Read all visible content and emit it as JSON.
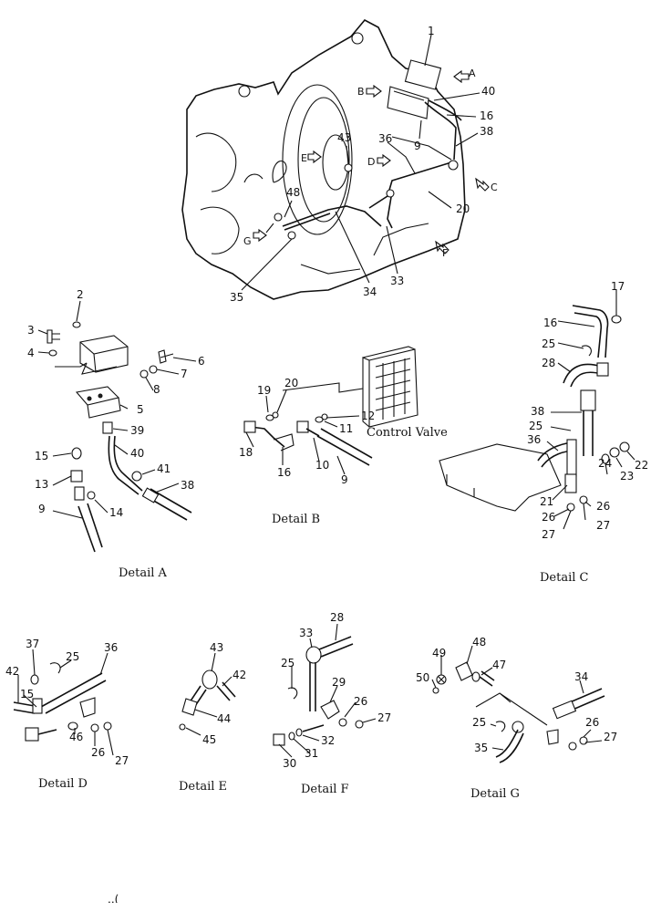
{
  "page_mark": "..(",
  "main_assembly": {
    "parts": [
      "1",
      "40",
      "16",
      "38",
      "9",
      "36",
      "43",
      "20",
      "48",
      "33",
      "35",
      "34"
    ],
    "view_arrows": [
      "A",
      "B",
      "C",
      "D",
      "E",
      "F",
      "G"
    ]
  },
  "details": {
    "A": {
      "caption": "Detail A",
      "parts": [
        "2",
        "3",
        "4",
        "6",
        "7",
        "8",
        "5",
        "39",
        "15",
        "40",
        "41",
        "13",
        "14",
        "9",
        "38"
      ]
    },
    "B": {
      "caption": "Detail B",
      "label": "Control Valve",
      "parts": [
        "20",
        "19",
        "12",
        "11",
        "18",
        "16",
        "10",
        "9"
      ]
    },
    "C": {
      "caption": "Detail C",
      "parts": [
        "17",
        "16",
        "25",
        "28",
        "38",
        "25",
        "36",
        "24",
        "23",
        "22",
        "21",
        "26",
        "26",
        "27",
        "27"
      ]
    },
    "D": {
      "caption": "Detail D",
      "parts": [
        "37",
        "25",
        "36",
        "42",
        "15",
        "46",
        "26",
        "27"
      ]
    },
    "E": {
      "caption": "Detail E",
      "parts": [
        "43",
        "42",
        "44",
        "45"
      ]
    },
    "F": {
      "caption": "Detail F",
      "parts": [
        "33",
        "28",
        "25",
        "29",
        "26",
        "27",
        "30",
        "31",
        "32"
      ]
    },
    "G": {
      "caption": "Detail G",
      "parts": [
        "48",
        "49",
        "47",
        "50",
        "34",
        "25",
        "26",
        "35",
        "27"
      ]
    }
  }
}
